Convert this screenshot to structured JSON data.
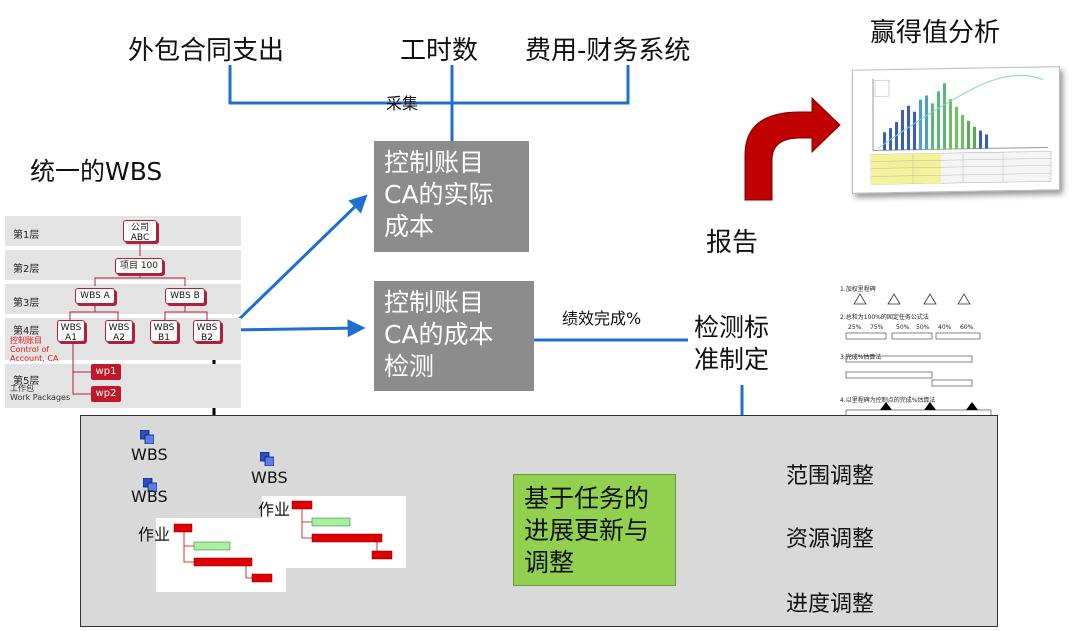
{
  "sources": {
    "outsourcing": "外包合同支出",
    "hours": "工时数",
    "finance": "费用-财务系统",
    "collect": "采集"
  },
  "ev": {
    "title": "赢得值分析",
    "report": "报告"
  },
  "wbs": {
    "title": "统一的WBS",
    "levels": [
      "第1层",
      "第2层",
      "第3层",
      "第4层",
      "第5层"
    ],
    "ca_label": "控制账目\nControl of\nAccount, CA",
    "wp_label": "工作包\nWork Packages",
    "company": "公司\nABC",
    "project": "项目 100",
    "wbs_a": "WBS A",
    "wbs_b": "WBS B",
    "a1": "WBS\nA1",
    "a2": "WBS\nA2",
    "b1": "WBS\nB1",
    "b2": "WBS\nB2",
    "wp1": "wp1",
    "wp2": "wp2"
  },
  "ca_actual": "控制账目\nCA的实际\n成本",
  "ca_check": "控制账目\nCA的成本\n检测",
  "perf_complete": "绩效完成%",
  "standard": "检测标\n准制定",
  "methods": {
    "m1": "1.加权里程碑",
    "m2": "2.总和为100%的固定任务公式法",
    "m2_pcts": [
      "25%",
      "75%",
      "50%",
      "50%",
      "40%",
      "60%"
    ],
    "m3": "3.完成%估算法",
    "m4": "4.以里程碑为控制点的完成%估算法"
  },
  "bottom": {
    "wbs_nodes": [
      "WBS",
      "WBS",
      "WBS"
    ],
    "task1": "作业",
    "task2": "作业",
    "center": "基于任务的\n进展更新与\n调整",
    "adj": [
      "范围调整",
      "资源调整",
      "进度调整"
    ]
  },
  "colors": {
    "blue": "#1f6fd1",
    "red": "#c00000",
    "gray": "#8c8c8c",
    "green": "#92d050"
  }
}
